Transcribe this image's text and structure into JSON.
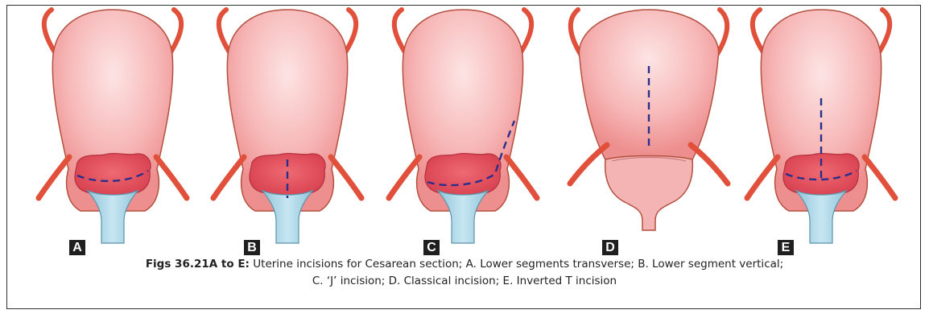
{
  "panels": [
    {
      "letter": "A",
      "incision": "lower-segment-transverse"
    },
    {
      "letter": "B",
      "incision": "lower-segment-vertical"
    },
    {
      "letter": "C",
      "incision": "j-incision"
    },
    {
      "letter": "D",
      "incision": "classical"
    },
    {
      "letter": "E",
      "incision": "inverted-t"
    }
  ],
  "caption": {
    "label": "Figs 36.21A to E:",
    "line1": "Uterine incisions for Cesarean section; A. Lower segments transverse; B. Lower segment vertical;",
    "line2": "C. ‘J’ incision; D. Classical incision; E. Inverted T incision"
  },
  "colors": {
    "uterus": "#f4a2a2",
    "uterus_outline": "#b3503f",
    "tube": "#e0503a",
    "lower_segment": "#e24e5c",
    "cervix": "#a8d4e6",
    "incision": "#2b2f8c"
  }
}
